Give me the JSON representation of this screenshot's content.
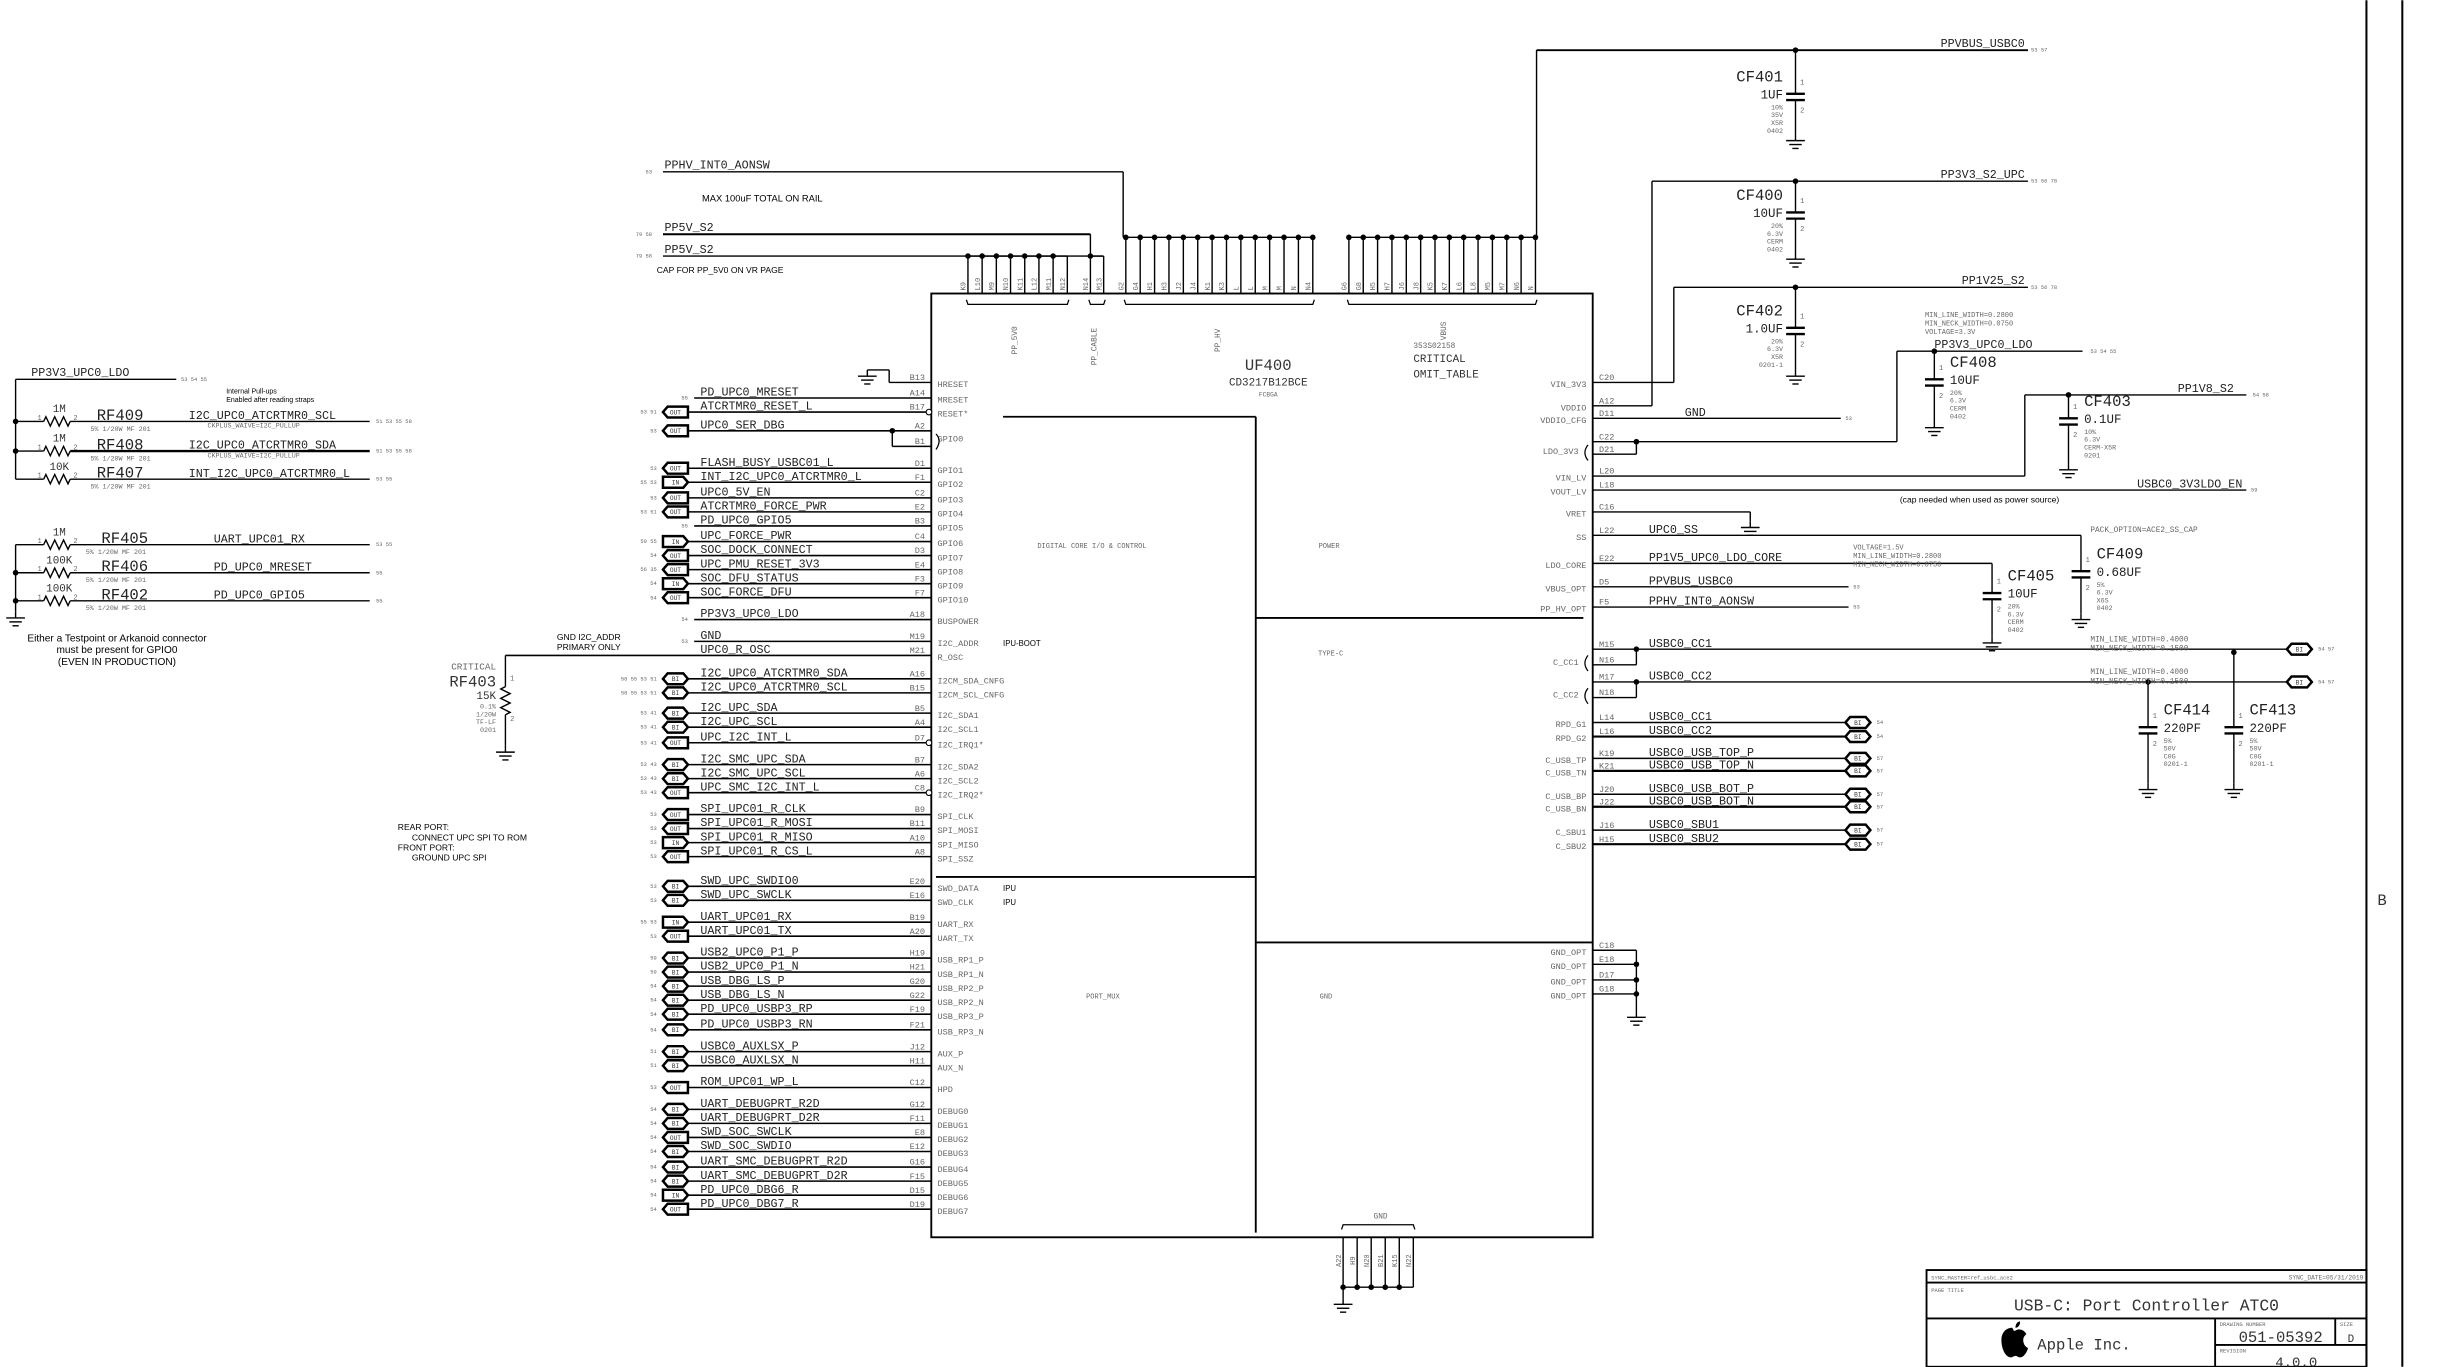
{
  "sheet": {
    "zone_letter": "B"
  },
  "title_block": {
    "master": "SYNC_MASTER=ref_usbc_ace2",
    "sync_date": "SYNC_DATE=05/31/2019",
    "page_title_label": "PAGE TITLE",
    "page_title": "USB-C: Port Controller ATC0",
    "company": "Apple Inc.",
    "drawing_number_label": "DRAWING NUMBER",
    "drawing_number": "051-05392",
    "size_label": "SIZE",
    "size": "D",
    "revision_label": "REVISION",
    "revision": "4.0.0"
  },
  "chip": {
    "refdes": "UF400",
    "part": "CD3217B12BCE",
    "package": "FCBGA",
    "part_number": "353S02158",
    "critical": "CRITICAL",
    "omit": "OMIT_TABLE",
    "sections": {
      "digital": "DIGITAL CORE I/O & CONTROL",
      "power": "POWER",
      "typec": "TYPE-C",
      "portmux": "PORT_MUX",
      "gnd": "GND"
    },
    "top_groups": [
      {
        "label": "PP_5V0",
        "pins": [
          "K9",
          "L10",
          "M9",
          "N10",
          "K11",
          "L12",
          "M11",
          "N12"
        ]
      },
      {
        "label": "PP_CABLE",
        "pins": [
          "N14",
          "M13"
        ]
      },
      {
        "label": "PP_HV",
        "pins": [
          "G2",
          "G4",
          "H1",
          "H3",
          "J2",
          "J4",
          "K1",
          "K3",
          "L",
          "L",
          "M",
          "M",
          "N",
          "N4"
        ]
      },
      {
        "label": "VBUS",
        "pins": [
          "G6",
          "G8",
          "H5",
          "H7",
          "J6",
          "J8",
          "K5",
          "K7",
          "L6",
          "L8",
          "M5",
          "M7",
          "N6",
          "N"
        ]
      }
    ],
    "bottom_gnd_label": "GND",
    "bottom_gnd_pins": [
      "A22",
      "H9",
      "N20",
      "B21",
      "K15",
      "N22"
    ]
  },
  "top_nets": [
    {
      "net": "PPHV_INT0_AONSW",
      "refs": "53"
    },
    {
      "net": "PP5V_S2",
      "refs": "79 58"
    },
    {
      "net": "PP5V_S2",
      "refs": "79 58"
    }
  ],
  "left_pins": [
    {
      "pin": "B13",
      "name": "HRESET"
    },
    {
      "pin": "A14",
      "name": "MRESET",
      "net": "PD_UPC0_MRESET",
      "refs": "55"
    },
    {
      "pin": "B17",
      "name": "RESET*",
      "net": "ATCRTMR0_RESET_L",
      "flag": "OUT",
      "refs": "53 51"
    },
    {
      "pin": "A2",
      "net": "UPC0_SER_DBG",
      "flag": "OUT",
      "refs": "53"
    },
    {
      "pin": "B1",
      "name": "GPIO0"
    },
    {
      "pin": "D1",
      "name": "GPIO1",
      "net": "FLASH_BUSY_USBC01_L",
      "flag": "OUT",
      "refs": "53"
    },
    {
      "pin": "F1",
      "name": "GPIO2",
      "net": "INT_I2C_UPC0_ATCRTMR0_L",
      "flag": "IN",
      "refs": "55 53"
    },
    {
      "pin": "C2",
      "name": "GPIO3",
      "net": "UPC0_5V_EN",
      "flag": "OUT",
      "refs": "53"
    },
    {
      "pin": "E2",
      "name": "GPIO4",
      "net": "ATCRTMR0_FORCE_PWR",
      "flag": "OUT",
      "refs": "53 51"
    },
    {
      "pin": "B3",
      "name": "GPIO5",
      "net": "PD_UPC0_GPIO5",
      "refs": "55"
    },
    {
      "pin": "C4",
      "name": "GPIO6",
      "net": "UPC_FORCE_PWR",
      "flag": "IN",
      "refs": "59 55"
    },
    {
      "pin": "D3",
      "name": "GPIO7",
      "net": "SOC_DOCK_CONNECT",
      "flag": "OUT",
      "refs": "54"
    },
    {
      "pin": "E4",
      "name": "GPIO8",
      "net": "UPC_PMU_RESET_3V3",
      "flag": "OUT",
      "refs": "56 35"
    },
    {
      "pin": "F3",
      "name": "GPIO9",
      "net": "SOC_DFU_STATUS",
      "flag": "IN",
      "refs": "54"
    },
    {
      "pin": "F7",
      "name": "GPIO10",
      "net": "SOC_FORCE_DFU",
      "flag": "OUT",
      "refs": "54"
    },
    {
      "pin": "A18",
      "name": "BUSPOWER",
      "net": "PP3V3_UPC0_LDO",
      "refs": "54"
    },
    {
      "pin": "M19",
      "name": "I2C_ADDR",
      "net": "GND",
      "refs": "53",
      "note": "IPU-BOOT"
    },
    {
      "pin": "M21",
      "name": "R_OSC",
      "net": "UPC0_R_OSC"
    },
    {
      "pin": "A16",
      "name": "I2CM_SDA_CNFG",
      "net": "I2C_UPC0_ATCRTMR0_SDA",
      "flag": "BI",
      "refs": "58 55 53 51"
    },
    {
      "pin": "B15",
      "name": "I2CM_SCL_CNFG",
      "net": "I2C_UPC0_ATCRTMR0_SCL",
      "flag": "BI",
      "refs": "58 55 53 51"
    },
    {
      "pin": "B5",
      "name": "I2C_SDA1",
      "net": "I2C_UPC_SDA",
      "flag": "BI",
      "refs": "53 41"
    },
    {
      "pin": "A4",
      "name": "I2C_SCL1",
      "net": "I2C_UPC_SCL",
      "flag": "BI",
      "refs": "53 41"
    },
    {
      "pin": "D7",
      "name": "I2C_IRQ1*",
      "net": "UPC_I2C_INT_L",
      "flag": "OUT",
      "refs": "53 41"
    },
    {
      "pin": "B7",
      "name": "I2C_SDA2",
      "net": "I2C_SMC_UPC_SDA",
      "flag": "BI",
      "refs": "53 43"
    },
    {
      "pin": "A6",
      "name": "I2C_SCL2",
      "net": "I2C_SMC_UPC_SCL",
      "flag": "BI",
      "refs": "53 43"
    },
    {
      "pin": "C8",
      "name": "I2C_IRQ2*",
      "net": "UPC_SMC_I2C_INT_L",
      "flag": "OUT",
      "refs": "53 43"
    },
    {
      "pin": "B9",
      "name": "SPI_CLK",
      "net": "SPI_UPC01_R_CLK",
      "flag": "OUT",
      "refs": "53"
    },
    {
      "pin": "B11",
      "name": "SPI_MOSI",
      "net": "SPI_UPC01_R_MOSI",
      "flag": "OUT",
      "refs": "53"
    },
    {
      "pin": "A10",
      "name": "SPI_MISO",
      "net": "SPI_UPC01_R_MISO",
      "flag": "IN",
      "refs": "53"
    },
    {
      "pin": "A8",
      "name": "SPI_SSZ",
      "net": "SPI_UPC01_R_CS_L",
      "flag": "OUT",
      "refs": "53"
    },
    {
      "pin": "E20",
      "name": "SWD_DATA",
      "net": "SWD_UPC_SWDIO0",
      "flag": "BI",
      "refs": "53",
      "note": "IPU"
    },
    {
      "pin": "E16",
      "name": "SWD_CLK",
      "net": "SWD_UPC_SWCLK",
      "flag": "BI",
      "refs": "53",
      "note": "IPU"
    },
    {
      "pin": "B19",
      "name": "UART_RX",
      "net": "UART_UPC01_RX",
      "flag": "IN",
      "refs": "55 53"
    },
    {
      "pin": "A20",
      "name": "UART_TX",
      "net": "UART_UPC01_TX",
      "flag": "OUT",
      "refs": "53"
    },
    {
      "pin": "H19",
      "name": "USB_RP1_P",
      "net": "USB2_UPC0_P1_P",
      "flag": "BI",
      "refs": "59"
    },
    {
      "pin": "H21",
      "name": "USB_RP1_N",
      "net": "USB2_UPC0_P1_N",
      "flag": "BI",
      "refs": "59"
    },
    {
      "pin": "G20",
      "name": "USB_RP2_P",
      "net": "USB_DBG_LS_P",
      "flag": "BI",
      "refs": "54"
    },
    {
      "pin": "G22",
      "name": "USB_RP2_N",
      "net": "USB_DBG_LS_N",
      "flag": "BI",
      "refs": "54"
    },
    {
      "pin": "F19",
      "name": "USB_RP3_P",
      "net": "PD_UPC0_USBP3_RP",
      "flag": "BI",
      "refs": "54"
    },
    {
      "pin": "F21",
      "name": "USB_RP3_N",
      "net": "PD_UPC0_USBP3_RN",
      "flag": "BI",
      "refs": "54"
    },
    {
      "pin": "J12",
      "name": "AUX_P",
      "net": "USBC0_AUXLSX_P",
      "flag": "BI",
      "refs": "51"
    },
    {
      "pin": "H11",
      "name": "AUX_N",
      "net": "USBC0_AUXLSX_N",
      "flag": "BI",
      "refs": "51"
    },
    {
      "pin": "C12",
      "name": "HPD",
      "net": "ROM_UPC01_WP_L",
      "flag": "OUT",
      "refs": "53"
    },
    {
      "pin": "G12",
      "name": "DEBUG0",
      "net": "UART_DEBUGPRT_R2D",
      "flag": "BI",
      "refs": "54"
    },
    {
      "pin": "F11",
      "name": "DEBUG1",
      "net": "UART_DEBUGPRT_D2R",
      "flag": "BI",
      "refs": "54"
    },
    {
      "pin": "E8",
      "name": "DEBUG2",
      "net": "SWD_SOC_SWCLK",
      "flag": "OUT",
      "refs": "54"
    },
    {
      "pin": "E12",
      "name": "DEBUG3",
      "net": "SWD_SOC_SWDIO",
      "flag": "BI",
      "refs": "54"
    },
    {
      "pin": "G16",
      "name": "DEBUG4",
      "net": "UART_SMC_DEBUGPRT_R2D",
      "flag": "BI",
      "refs": "54"
    },
    {
      "pin": "F15",
      "name": "DEBUG5",
      "net": "UART_SMC_DEBUGPRT_D2R",
      "flag": "BI",
      "refs": "54"
    },
    {
      "pin": "D15",
      "name": "DEBUG6",
      "net": "PD_UPC0_DBG6_R",
      "flag": "IN",
      "refs": "54"
    },
    {
      "pin": "D19",
      "name": "DEBUG7",
      "net": "PD_UPC0_DBG7_R",
      "flag": "OUT",
      "refs": "54"
    }
  ],
  "right_pins": [
    {
      "pin": "C20",
      "name": "VIN_3V3"
    },
    {
      "pin": "A12",
      "name": "VDDIO"
    },
    {
      "pin": "D11",
      "name": "VDDIO_CFG",
      "net": "GND",
      "refs": "53"
    },
    {
      "pin": "C22"
    },
    {
      "pin": "D21",
      "name": "LDO_3V3"
    },
    {
      "pin": "L20",
      "name": "VIN_LV"
    },
    {
      "pin": "L18",
      "name": "VOUT_LV",
      "net": "USBC0_3V3LDO_EN",
      "refs": "59"
    },
    {
      "pin": "C16",
      "name": "VRET"
    },
    {
      "pin": "L22",
      "name": "SS",
      "net": "UPC0_SS"
    },
    {
      "pin": "E22",
      "name": "LDO_CORE",
      "net": "PP1V5_UPC0_LDO_CORE"
    },
    {
      "pin": "D5",
      "name": "VBUS_OPT",
      "net": "PPVBUS_USBC0",
      "refs": "53"
    },
    {
      "pin": "F5",
      "name": "PP_HV_OPT",
      "net": "PPHV_INT0_AONSW",
      "refs": "53"
    },
    {
      "pin": "M15",
      "net": "USBC0_CC1",
      "flag": "BI",
      "refs": "54 57"
    },
    {
      "pin": "N16",
      "name": "C_CC1"
    },
    {
      "pin": "M17",
      "net": "USBC0_CC2",
      "flag": "BI",
      "refs": "54 57"
    },
    {
      "pin": "N18",
      "name": "C_CC2"
    },
    {
      "pin": "L14",
      "name": "RPD_G1",
      "net": "USBC0_CC1",
      "flag": "BI",
      "refs": "54"
    },
    {
      "pin": "L16",
      "name": "RPD_G2",
      "net": "USBC0_CC2",
      "flag": "BI",
      "refs": "54"
    },
    {
      "pin": "K19",
      "name": "C_USB_TP",
      "net": "USBC0_USB_TOP_P",
      "flag": "BI",
      "refs": "57"
    },
    {
      "pin": "K21",
      "name": "C_USB_TN",
      "net": "USBC0_USB_TOP_N",
      "flag": "BI",
      "refs": "57"
    },
    {
      "pin": "J20",
      "name": "C_USB_BP",
      "net": "USBC0_USB_BOT_P",
      "flag": "BI",
      "refs": "57"
    },
    {
      "pin": "J22",
      "name": "C_USB_BN",
      "net": "USBC0_USB_BOT_N",
      "flag": "BI",
      "refs": "57"
    },
    {
      "pin": "J16",
      "name": "C_SBU1",
      "net": "USBC0_SBU1",
      "flag": "BI",
      "refs": "57"
    },
    {
      "pin": "H15",
      "name": "C_SBU2",
      "net": "USBC0_SBU2",
      "flag": "BI",
      "refs": "57"
    },
    {
      "pin": "C18",
      "name": "GND_OPT"
    },
    {
      "pin": "E18",
      "name": "GND_OPT"
    },
    {
      "pin": "D17",
      "name": "GND_OPT"
    },
    {
      "pin": "G18",
      "name": "GND_OPT"
    }
  ],
  "rails": [
    {
      "net": "PPVBUS_USBC0",
      "refs": "53 57"
    },
    {
      "net": "PP3V3_S2_UPC",
      "refs": "53 56 78"
    },
    {
      "net": "PP1V25_S2",
      "refs": "53 56 78"
    },
    {
      "net": "PP3V3_UPC0_LDO",
      "refs": "53 54 55"
    },
    {
      "net": "PP1V8_S2",
      "refs": "54 58"
    }
  ],
  "capacitors": [
    {
      "ref": "CF401",
      "value": "1UF",
      "tol": "10%",
      "volt": "35V",
      "diel": "X5R",
      "pkg": "0402"
    },
    {
      "ref": "CF400",
      "value": "10UF",
      "tol": "20%",
      "volt": "6.3V",
      "diel": "CERM",
      "pkg": "0402"
    },
    {
      "ref": "CF402",
      "value": "1.0UF",
      "tol": "20%",
      "volt": "6.3V",
      "diel": "X5R",
      "pkg": "0201-1"
    },
    {
      "ref": "CF408",
      "value": "10UF",
      "tol": "20%",
      "volt": "6.3V",
      "diel": "CERM",
      "pkg": "0402"
    },
    {
      "ref": "CF403",
      "value": "0.1UF",
      "tol": "10%",
      "volt": "6.3V",
      "diel": "CERM-X5R",
      "pkg": "0201"
    },
    {
      "ref": "CF409",
      "value": "0.68UF",
      "tol": "5%",
      "volt": "6.3V",
      "diel": "X6S",
      "pkg": "0402"
    },
    {
      "ref": "CF405",
      "value": "10UF",
      "tol": "20%",
      "volt": "6.3V",
      "diel": "CERM",
      "pkg": "0402"
    },
    {
      "ref": "CF414",
      "value": "220PF",
      "tol": "5%",
      "volt": "50V",
      "diel": "C0G",
      "pkg": "0201-1"
    },
    {
      "ref": "CF413",
      "value": "220PF",
      "tol": "5%",
      "volt": "50V",
      "diel": "C0G",
      "pkg": "0201-1"
    }
  ],
  "pin_numbers": [
    "1",
    "2"
  ],
  "resistor_rail": {
    "net": "PP3V3_UPC0_LDO",
    "refs": "53 54 55"
  },
  "resistors": [
    {
      "ref": "RF409",
      "value": "1M",
      "props": "5%  1/20W  MF  201",
      "net": "I2C_UPC0_ATCRTMR0_SCL",
      "refs": "51 53 55 58",
      "waive": "CKPLUS_WAIVE=I2C_PULLUP"
    },
    {
      "ref": "RF408",
      "value": "1M",
      "props": "5%  1/20W  MF  201",
      "net": "I2C_UPC0_ATCRTMR0_SDA",
      "refs": "51 53 55 58",
      "waive": "CKPLUS_WAIVE=I2C_PULLUP"
    },
    {
      "ref": "RF407",
      "value": "10K",
      "props": "5%  1/20W  MF  201",
      "net": "INT_I2C_UPC0_ATCRTMR0_L",
      "refs": "53 55"
    },
    {
      "ref": "RF405",
      "value": "1M",
      "props": "5% 1/20W  MF  201",
      "net": "UART_UPC01_RX",
      "refs": "53 55"
    },
    {
      "ref": "RF406",
      "value": "100K",
      "props": "5% 1/20W  MF  201",
      "net": "PD_UPC0_MRESET",
      "refs": "55"
    },
    {
      "ref": "RF402",
      "value": "100K",
      "props": "5% 1/20W  MF  201",
      "net": "PD_UPC0_GPIO5",
      "refs": "55"
    }
  ],
  "rf403": {
    "critical": "CRITICAL",
    "ref": "RF403",
    "value": "15K",
    "tol": "0.1%",
    "power": "1/20W",
    "type": "TF-LF",
    "pkg": "0201"
  },
  "notes": {
    "pullups": [
      "Internal Pull-ups",
      "Enabled after reading straps"
    ],
    "gpio0": [
      "Either a Testpoint or Arkanoid connector",
      "must be present for GPIO0",
      "(EVEN IN PRODUCTION)"
    ],
    "i2c_addr": [
      "GND I2C_ADDR",
      "PRIMARY ONLY"
    ],
    "spi": [
      "REAR PORT:",
      "CONNECT UPC SPI TO ROM",
      "FRONT PORT:",
      "GROUND UPC SPI"
    ],
    "max_cap": "MAX 100uF TOTAL ON RAIL",
    "cap_5v0": "CAP FOR PP_5V0 ON VR PAGE",
    "ldo_constraints": [
      "MIN_LINE_WIDTH=0.2800",
      "MIN_NECK_WIDTH=0.0750",
      "VOLTAGE=3.3V"
    ],
    "core_constraints": [
      "VOLTAGE=1.5V",
      "MIN_LINE_WIDTH=0.2800",
      "MIN_NECK_WIDTH=0.0750"
    ],
    "cc1_constraints": [
      "MIN_LINE_WIDTH=0.4000",
      "MIN_NECK_WIDTH=0.1500"
    ],
    "cc2_constraints": [
      "MIN_LINE_WIDTH=0.4000",
      "MIN_NECK_WIDTH=0.1500"
    ],
    "cap_needed": "(cap needed when used as power source)",
    "pack_option": "PACK_OPTION=ACE2_SS_CAP"
  }
}
